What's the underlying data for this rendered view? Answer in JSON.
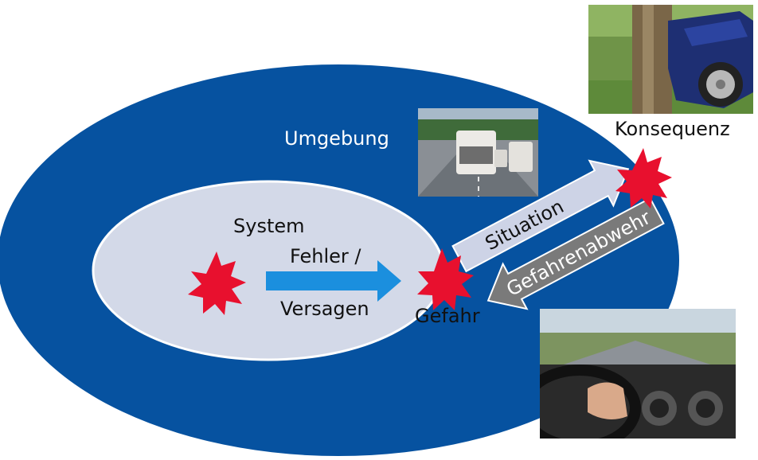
{
  "labels": {
    "environment": "Umgebung",
    "system": "System",
    "error_line1": "Fehler /",
    "error_line2": "Versagen",
    "hazard": "Gefahr",
    "consequence": "Konsequenz",
    "situation": "Situation",
    "hazard_defense": "Gefahrenabwehr"
  },
  "colors": {
    "outer_ellipse": "#0652a0",
    "inner_ellipse": "#d3d9e8",
    "star": "#e8102e",
    "blue_arrow": "#1b8fde",
    "light_arrow": "#cdd3e6",
    "gray_arrow": "#7a7a7a"
  },
  "icons": {
    "star_left": "explosion-star-icon",
    "star_hazard": "explosion-star-icon",
    "star_consequence": "explosion-star-icon"
  }
}
